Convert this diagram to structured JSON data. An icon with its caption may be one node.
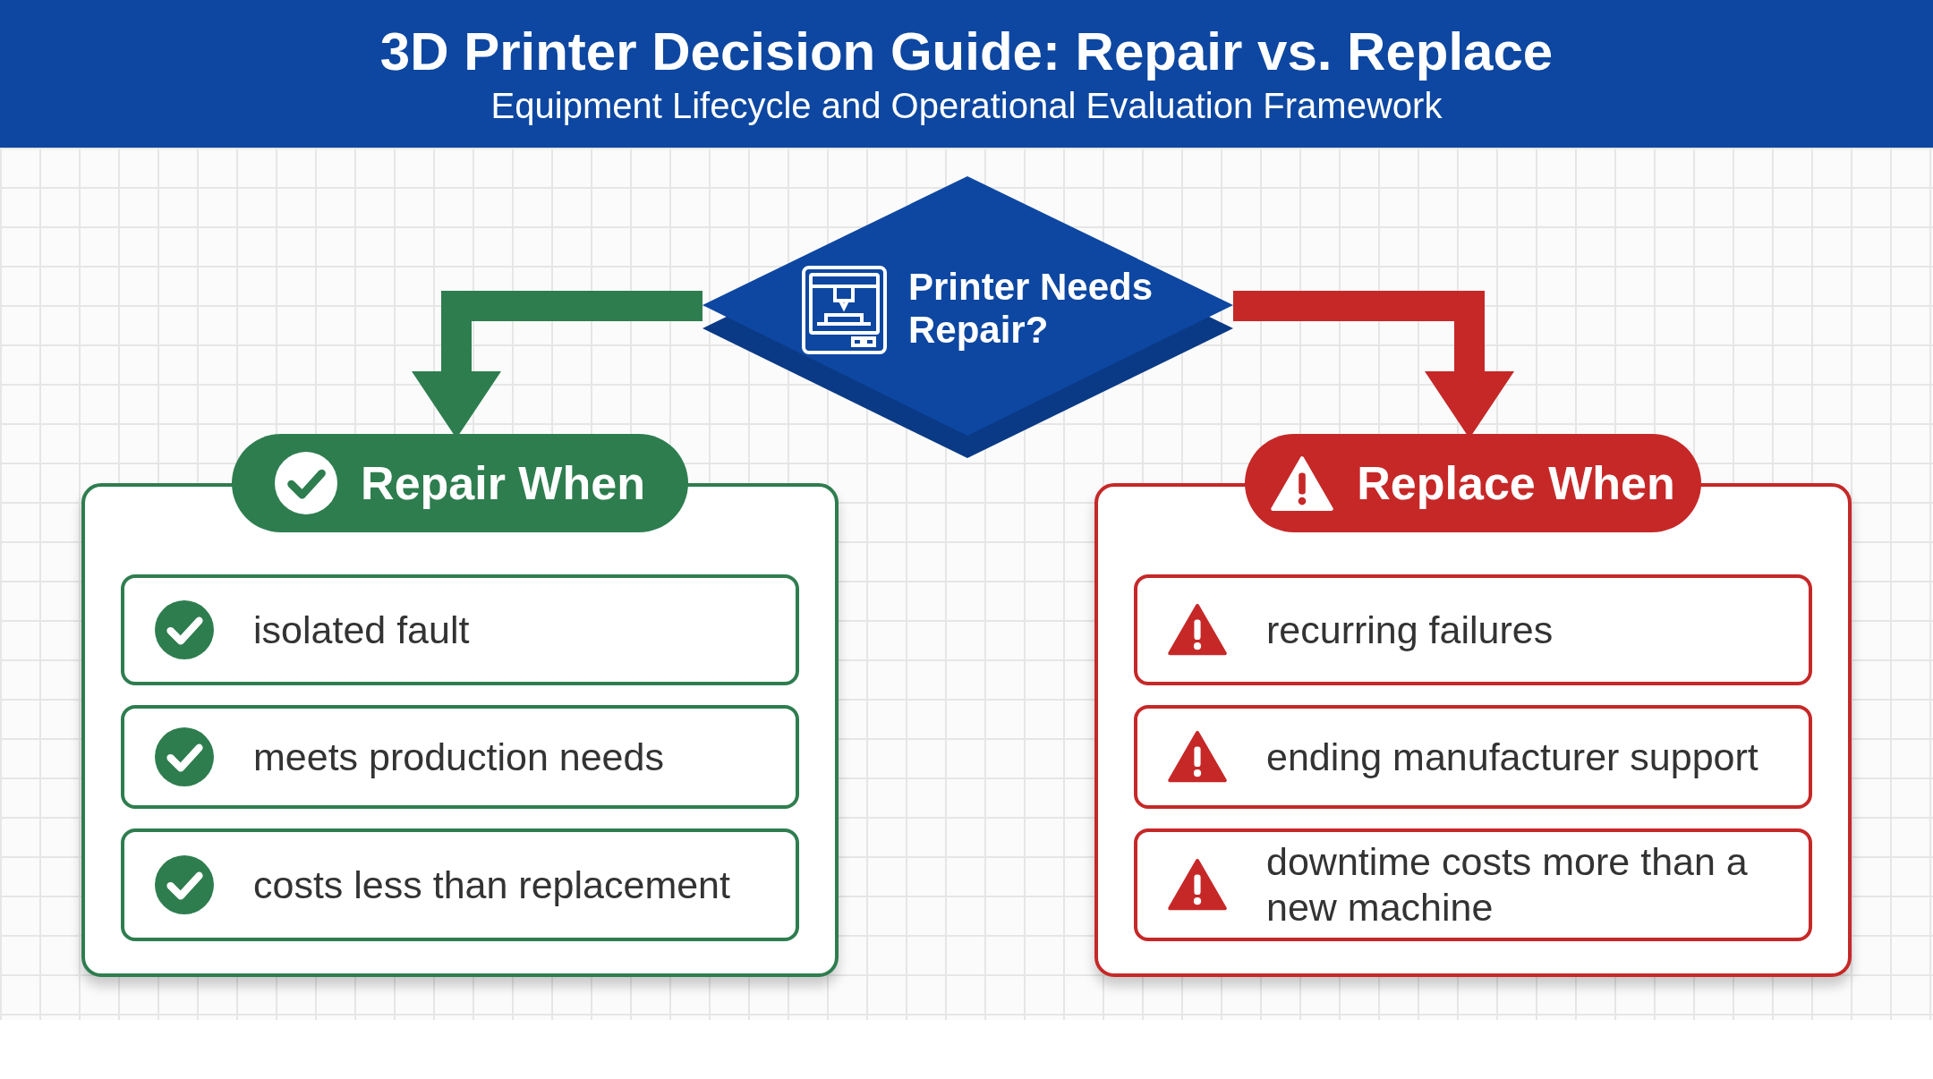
{
  "diagram": {
    "title": "3D Printer Decision Guide: Repair vs. Replace",
    "caption": "Equipment Lifecycle and Operational Evaluation Framework",
    "nodes": [
      {
        "text": [
          "Printer Needs Repair?"
        ]
      },
      {
        "text": [
          "Repair When"
        ]
      },
      {
        "text": [
          "isolated fault"
        ],
        "in": 1
      },
      {
        "text": [
          "meets production needs"
        ],
        "in": 1
      },
      {
        "text": [
          "costs less than replacement"
        ],
        "in": 1
      },
      {
        "text": [
          "Replace When"
        ]
      },
      {
        "text": [
          "recurring failures"
        ],
        "in": 5
      },
      {
        "text": [
          "ending manufacturer support"
        ],
        "in": 5
      },
      {
        "text": [
          "downtime costs more than a new machine"
        ],
        "in": 5
      }
    ],
    "edges": [
      {
        "from": 0,
        "to": 1,
        "arrow": "to",
        "color": "#2e7d4f"
      },
      {
        "from": 0,
        "to": 5,
        "arrow": "to",
        "color": "#c62828"
      }
    ]
  }
}
